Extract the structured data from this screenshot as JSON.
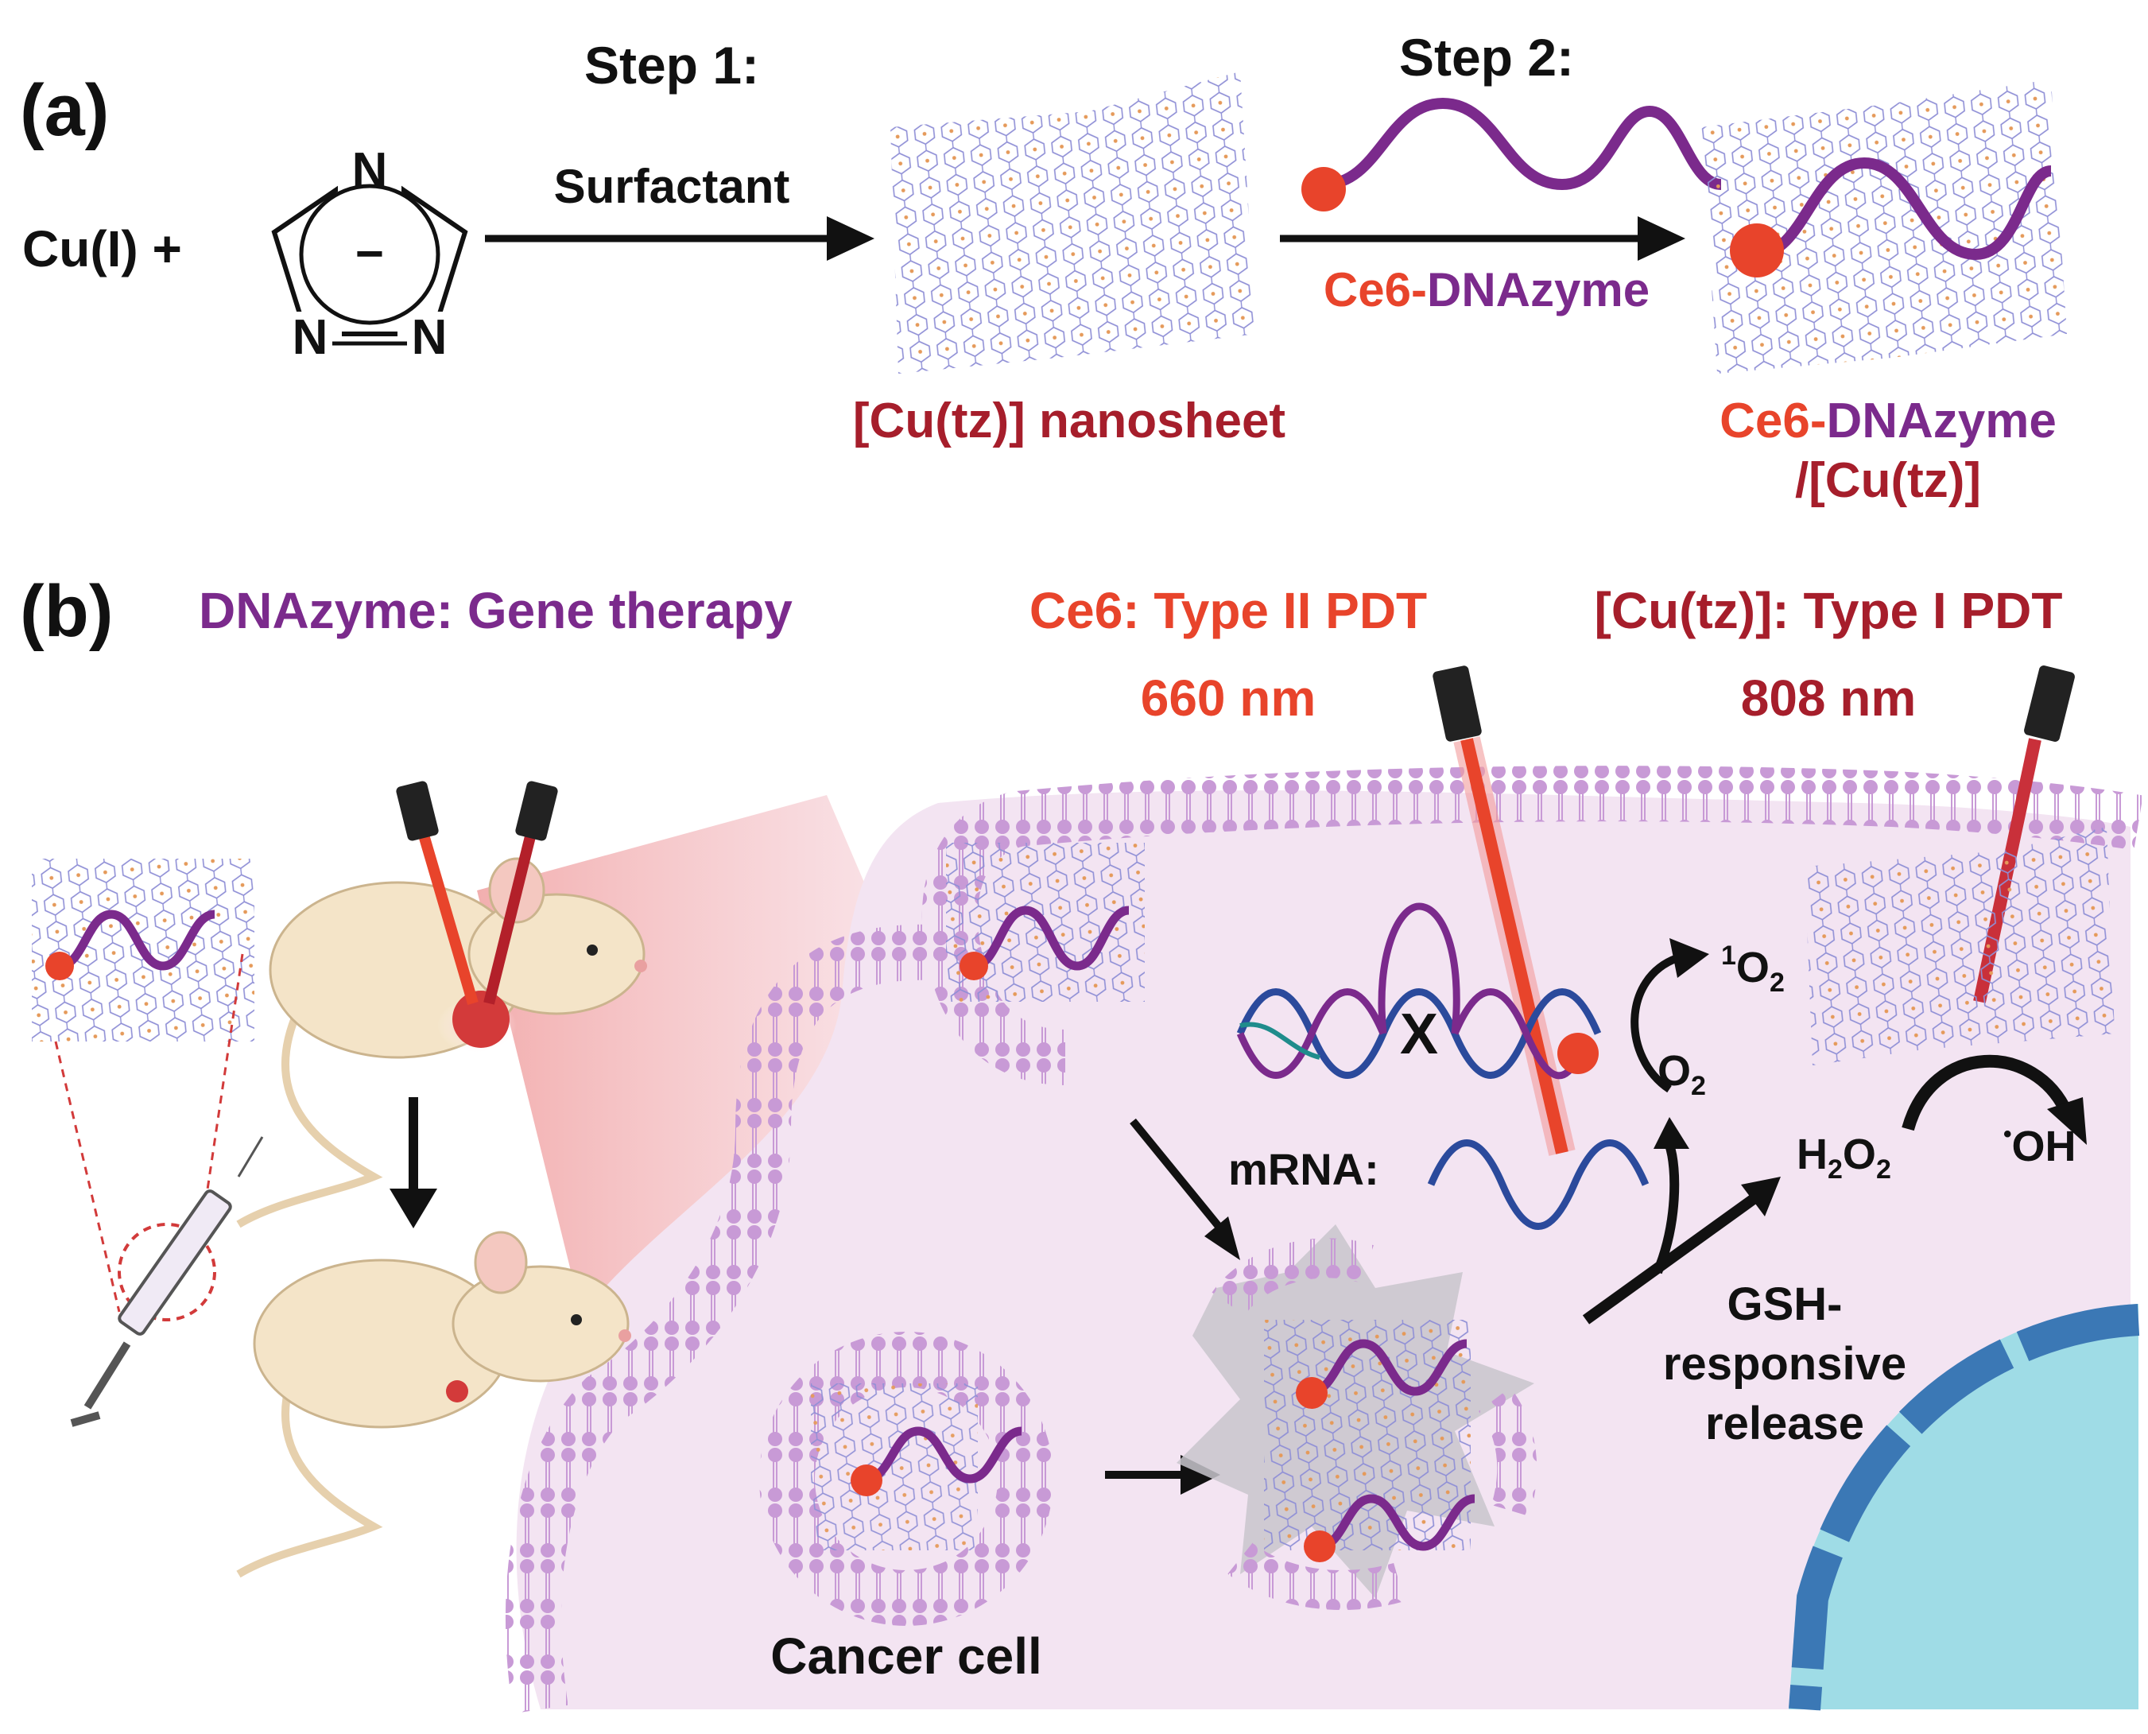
{
  "panel_a": {
    "label": "(a)",
    "reactant_copper": "Cu(I) +",
    "triazole": {
      "n_top": "N",
      "n_left": "N",
      "n_right": "N",
      "charge": "−"
    },
    "step1": {
      "title": "Step 1:",
      "reagent": "Surfactant"
    },
    "step2": {
      "title": "Step 2:",
      "reagent_a": "Ce6-",
      "reagent_b": "DNAzyme"
    },
    "nanosheet_label": "[Cu(tz)] nanosheet",
    "product_label_a": "Ce6-",
    "product_label_b": "DNAzyme",
    "product_label_c": "/[Cu(tz)]"
  },
  "panel_b": {
    "label": "(b)",
    "dnazyme_title": "DNAzyme: Gene therapy",
    "ce6_title": "Ce6: Type II PDT",
    "ce6_wavelength": "660 nm",
    "cutz_title": "[Cu(tz)]: Type I PDT",
    "cutz_wavelength": "808 nm",
    "singlet_oxygen": {
      "sup": "1",
      "main": "O",
      "sub": "2"
    },
    "oxygen": {
      "main": "O",
      "sub": "2"
    },
    "cleavage_mark": "X",
    "mrna_label": "mRNA:",
    "h2o2": {
      "a": "H",
      "b": "2",
      "c": "O",
      "d": "2"
    },
    "hydroxyl": {
      "dot": "•",
      "main": "OH"
    },
    "release_line1": "GSH-",
    "release_line2": "responsive",
    "release_line3": "release",
    "cell_label": "Cancer cell"
  },
  "colors": {
    "ce6_red": "#e8442b",
    "cutz_red": "#b3202a",
    "dnazyme_purple": "#7b2a8c",
    "mrna_blue": "#2b4a9c",
    "membrane": "#c89ad6",
    "cytoplasm": "#f3e4f2",
    "nucleus": "#9fdce6",
    "nucleus_envelope": "#3b78b5",
    "mouse_fur": "#f4e4c8"
  }
}
